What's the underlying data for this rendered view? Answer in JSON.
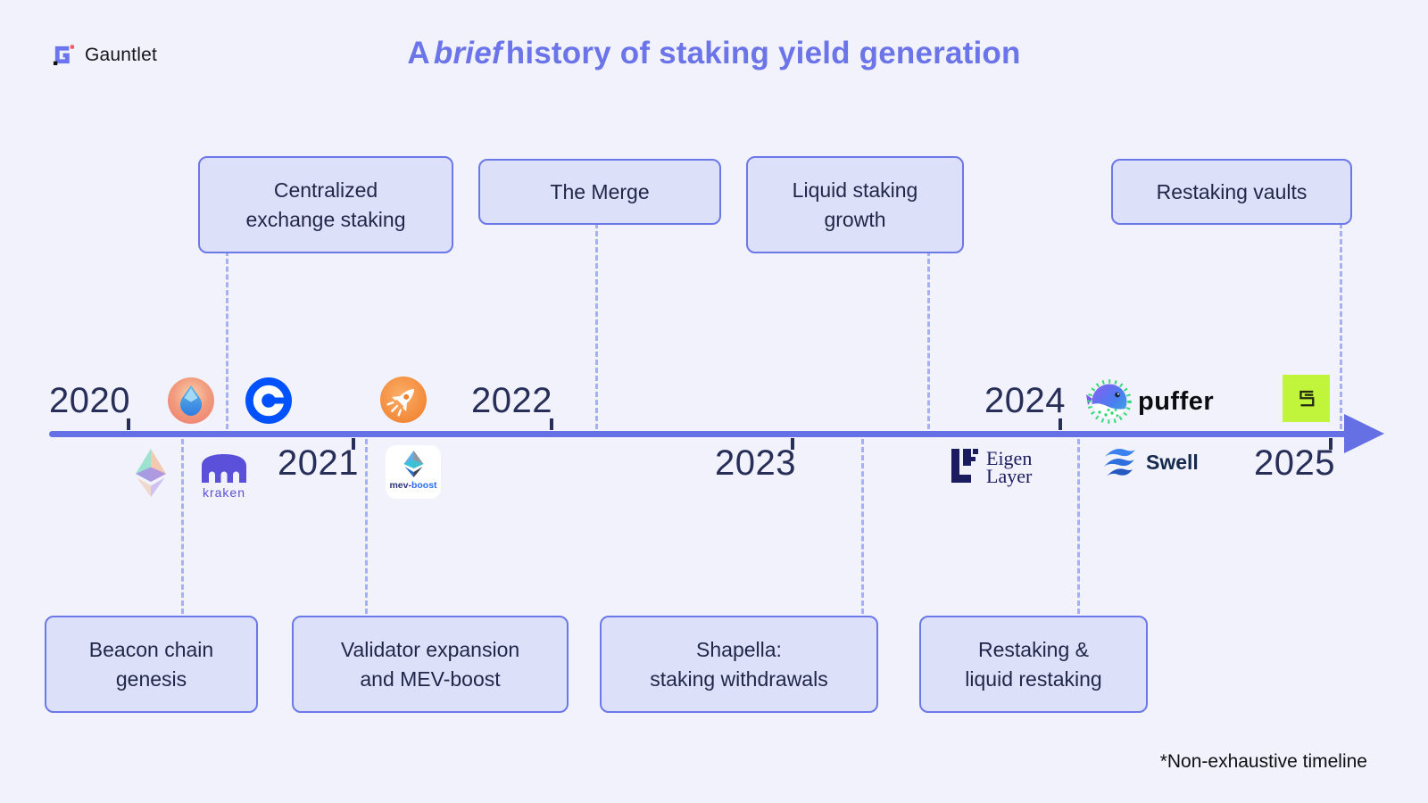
{
  "header": {
    "brand": "Gauntlet",
    "title": {
      "prefix": "A",
      "italic": "brief",
      "suffix": "history of staking yield generation"
    }
  },
  "timeline": {
    "years": [
      "2020",
      "2021",
      "2022",
      "2023",
      "2024",
      "2025"
    ],
    "events_top": [
      {
        "lines": [
          "Centralized",
          "exchange staking"
        ]
      },
      {
        "lines": [
          "The Merge"
        ]
      },
      {
        "lines": [
          "Liquid staking",
          "growth"
        ]
      },
      {
        "lines": [
          "Restaking vaults"
        ]
      }
    ],
    "events_bottom": [
      {
        "lines": [
          "Beacon chain",
          "genesis"
        ]
      },
      {
        "lines": [
          "Validator expansion",
          "and MEV-boost"
        ]
      },
      {
        "lines": [
          "Shapella:",
          "staking withdrawals"
        ]
      },
      {
        "lines": [
          "Restaking &",
          "liquid restaking"
        ]
      }
    ]
  },
  "logos": {
    "kraken": {
      "label": "kraken"
    },
    "mevboost": {
      "dark": "mev-",
      "accent": "boost"
    },
    "eigenlayer": {
      "line1": "Eigen",
      "line2": "Layer"
    },
    "swell": {
      "label": "Swell"
    },
    "puffer": {
      "label": "puffer"
    }
  },
  "footer": {
    "note": "*Non-exhaustive timeline"
  },
  "colors": {
    "background": "#F1F2FB",
    "accent": "#6B74E8",
    "timeline_bar": "#6470E4",
    "box_fill": "#DCE1F9",
    "box_border": "#6C78E8",
    "connector_dash": "#A7B0F0",
    "year_text": "#272E58",
    "coinbase_blue": "#0052FF",
    "kraken_purple": "#5B50D9",
    "symbiotic_green": "#C0F53C"
  }
}
